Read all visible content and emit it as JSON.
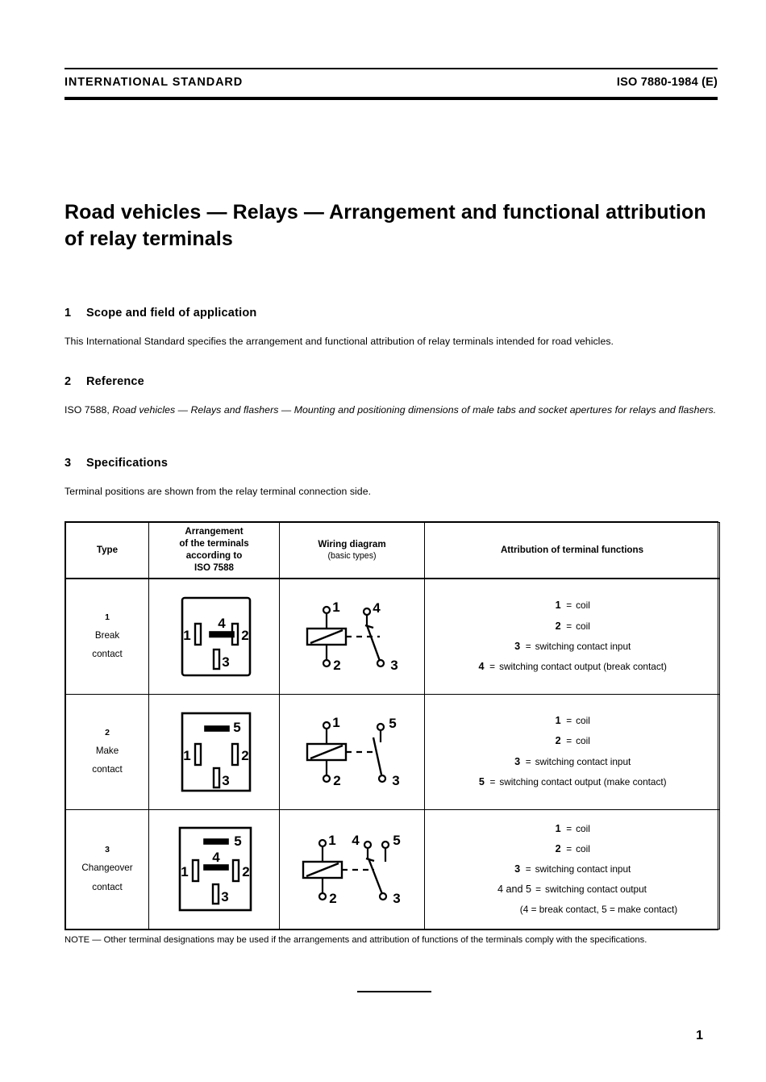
{
  "header": {
    "left": "INTERNATIONAL STANDARD",
    "right": "ISO 7880-1984 (E)"
  },
  "title": "Road vehicles — Relays — Arrangement and functional attribution of relay terminals",
  "sections": {
    "scope": {
      "number": "1",
      "heading": "Scope and field of application",
      "text": "This International Standard specifies the arrangement and functional attribution of relay terminals intended for road vehicles."
    },
    "reference": {
      "number": "2",
      "heading": "Reference",
      "prefix": "ISO 7588,",
      "italic": "Road vehicles — Relays and flashers — Mounting and positioning dimensions of male tabs and socket apertures for relays and flashers."
    },
    "specifications": {
      "number": "3",
      "heading": "Specifications",
      "text": "Terminal positions are shown from the relay terminal connection side."
    }
  },
  "table": {
    "headers": {
      "type": "Type",
      "arrangement_line1": "Arrangement",
      "arrangement_line2": "of the terminals",
      "arrangement_line3": "according to",
      "arrangement_line4": "ISO 7588",
      "wiring_line1": "Wiring diagram",
      "wiring_line2": "(basic types)",
      "attribution": "Attribution of terminal functions"
    },
    "rows": [
      {
        "type_number": "1",
        "type_name_line1": "Break",
        "type_name_line2": "contact",
        "terminal_labels": [
          "1",
          "2",
          "3",
          "4"
        ],
        "wiring_labels": [
          "1",
          "2",
          "3",
          "4"
        ],
        "attributions": [
          {
            "key": "1",
            "eq": "=",
            "value": "coil"
          },
          {
            "key": "2",
            "eq": "=",
            "value": "coil"
          },
          {
            "key": "3",
            "eq": "=",
            "value": "switching contact input"
          },
          {
            "key": "4",
            "eq": "=",
            "value": "switching contact output (break contact)"
          }
        ]
      },
      {
        "type_number": "2",
        "type_name_line1": "Make",
        "type_name_line2": "contact",
        "terminal_labels": [
          "1",
          "2",
          "3",
          "5"
        ],
        "wiring_labels": [
          "1",
          "2",
          "3",
          "5"
        ],
        "attributions": [
          {
            "key": "1",
            "eq": "=",
            "value": "coil"
          },
          {
            "key": "2",
            "eq": "=",
            "value": "coil"
          },
          {
            "key": "3",
            "eq": "=",
            "value": "switching contact input"
          },
          {
            "key": "5",
            "eq": "=",
            "value": "switching contact output (make contact)"
          }
        ]
      },
      {
        "type_number": "3",
        "type_name_line1": "Changeover",
        "type_name_line2": "contact",
        "terminal_labels": [
          "1",
          "2",
          "3",
          "4",
          "5"
        ],
        "wiring_labels": [
          "1",
          "2",
          "3",
          "4",
          "5"
        ],
        "attributions": [
          {
            "key": "1",
            "eq": "=",
            "value": "coil"
          },
          {
            "key": "2",
            "eq": "=",
            "value": "coil"
          },
          {
            "key": "3",
            "eq": "=",
            "value": "switching contact input"
          }
        ],
        "attribution_wide": {
          "key": "4 and 5",
          "eq": "=",
          "value": "switching contact output",
          "continuation": "(4 = break contact, 5 = make contact)"
        }
      }
    ]
  },
  "note": "NOTE — Other terminal designations may be used if the arrangements and attribution of functions of the terminals comply with the specifications.",
  "page_number": "1"
}
